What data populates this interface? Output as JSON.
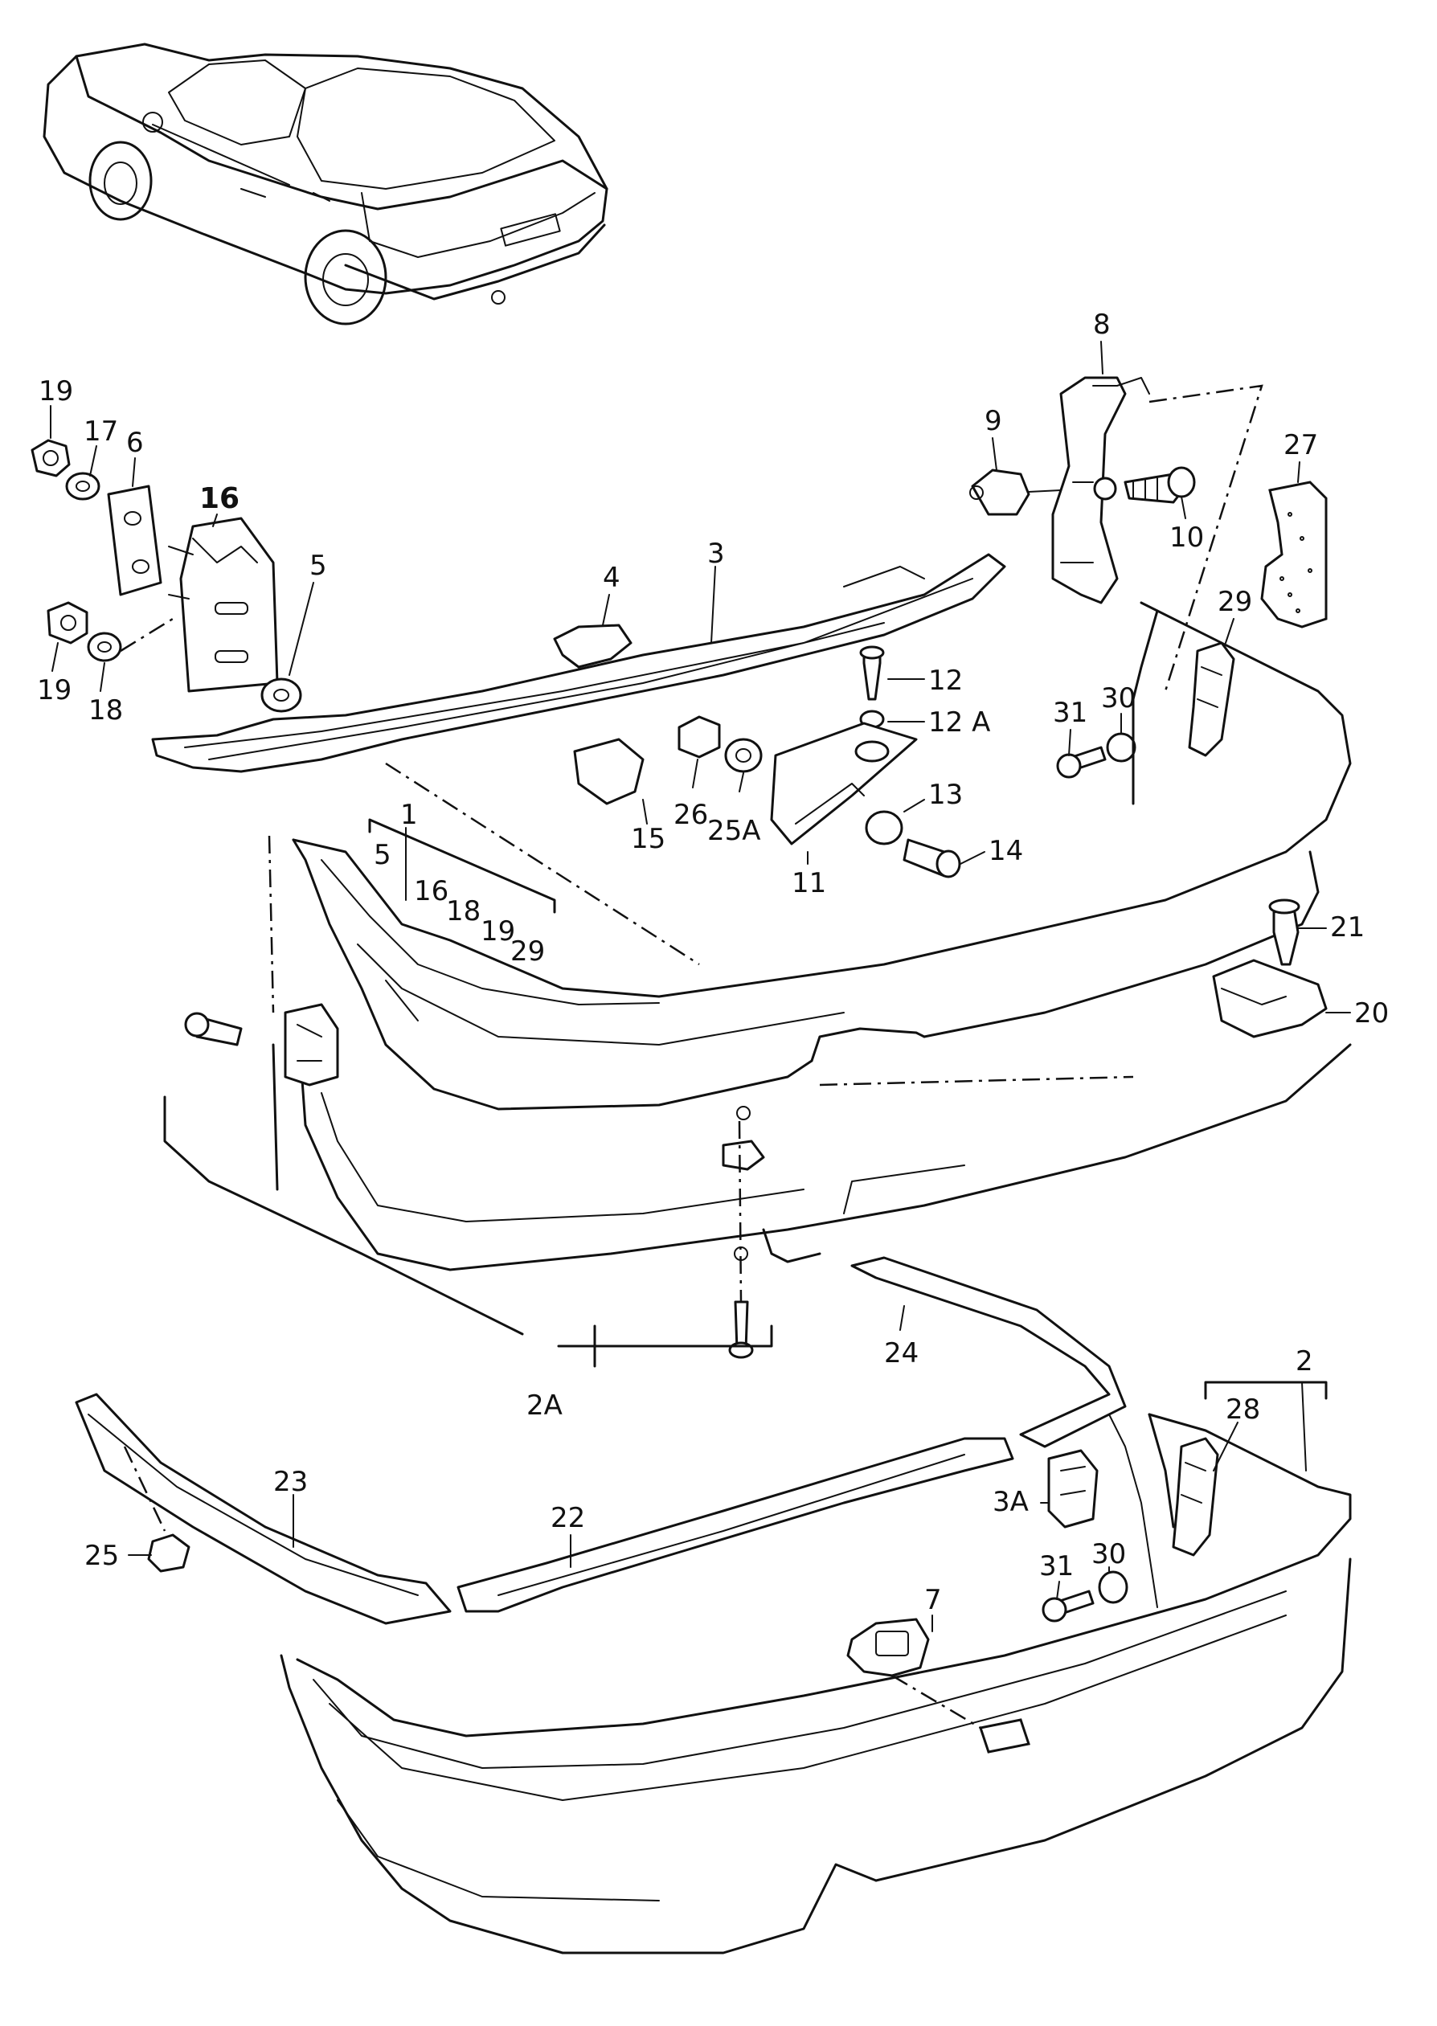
{
  "callouts": {
    "c1": "1",
    "c2": "2",
    "c2A": "2A",
    "c3": "3",
    "c3A": "3A",
    "c4": "4",
    "c5": "5",
    "c5b": "5",
    "c6": "6",
    "c7": "7",
    "c8": "8",
    "c9": "9",
    "c10": "10",
    "c11": "11",
    "c12": "12",
    "c12A": "12 A",
    "c13": "13",
    "c14": "14",
    "c15": "15",
    "c16": "16",
    "c16b": "16",
    "c17": "17",
    "c18": "18",
    "c18b": "18",
    "c19a": "19",
    "c19b": "19",
    "c19c": "19",
    "c20": "20",
    "c21": "21",
    "c22": "22",
    "c23": "23",
    "c24": "24",
    "c25": "25",
    "c25A": "25A",
    "c26": "26",
    "c27": "27",
    "c28": "28",
    "c29": "29",
    "c29b": "29",
    "c30": "30",
    "c30b": "30",
    "c31": "31",
    "c31b": "31"
  }
}
